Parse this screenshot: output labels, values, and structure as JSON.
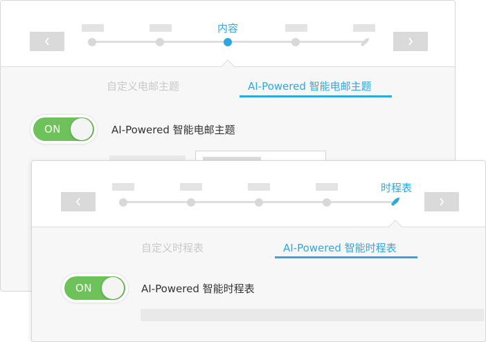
{
  "colors": {
    "accent": "#2ea7e0",
    "toggle_on": "#6dc25a",
    "inactive_text": "#c9c9c9",
    "label_text": "#333333"
  },
  "back_panel": {
    "wizard": {
      "active_step_label": "内容",
      "prev_icon": "chevron-left-icon",
      "next_icon": "chevron-right-icon",
      "last_step_icon": "rocket-icon"
    },
    "tabs": [
      {
        "label": "自定义电邮主题",
        "active": false
      },
      {
        "label": "AI-Powered 智能电邮主题",
        "active": true
      }
    ],
    "toggle": {
      "state_text": "ON",
      "on": true
    },
    "setting_label": "AI-Powered 智能电邮主题"
  },
  "front_panel": {
    "wizard": {
      "active_step_label": "时程表",
      "prev_icon": "chevron-left-icon",
      "next_icon": "chevron-right-icon",
      "active_step_icon": "rocket-icon"
    },
    "tabs": [
      {
        "label": "自定义时程表",
        "active": false
      },
      {
        "label": "AI-Powered 智能时程表",
        "active": true
      }
    ],
    "toggle": {
      "state_text": "ON",
      "on": true
    },
    "setting_label": "AI-Powered 智能时程表"
  }
}
